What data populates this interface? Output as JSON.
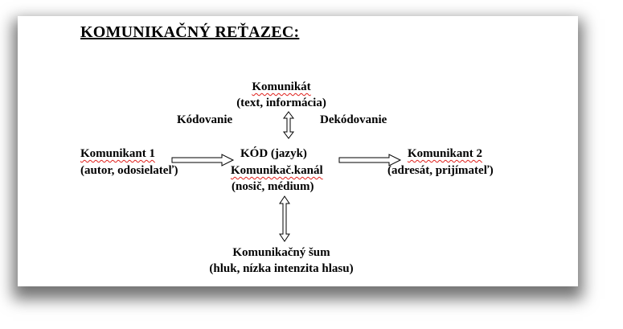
{
  "title": "KOMUNIKAČNÝ REŤAZEC:",
  "message": {
    "name": "Komunikát",
    "detail": "(text, informácia)"
  },
  "encoding_label": "Kódovanie",
  "decoding_label": "Dekódovanie",
  "sender": {
    "name": "Komunikant 1",
    "detail": "(autor, odosielateľ)"
  },
  "center": {
    "code": "KÓD (jazyk)",
    "channel": "Komunikač.kanál",
    "detail": "(nosič, médium)"
  },
  "receiver": {
    "name": "Komunikant 2",
    "detail": "(adresát, prijímateľ)"
  },
  "noise": {
    "name": "Komunikačný šum",
    "detail": "(hluk, nízka intenzita hlasu)"
  }
}
